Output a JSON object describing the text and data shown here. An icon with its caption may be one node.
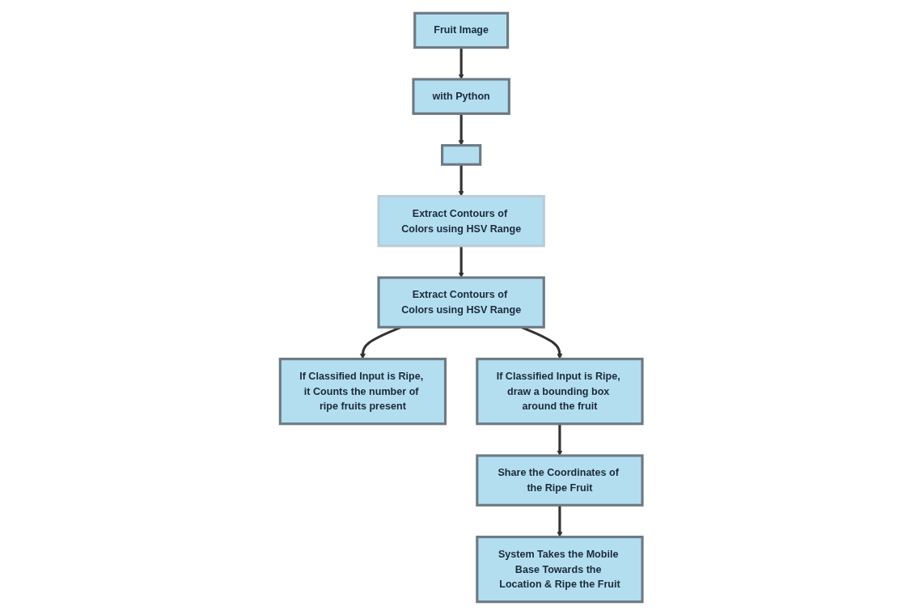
{
  "diagram": {
    "nodes": [
      {
        "text": [
          "Fruit Image"
        ]
      },
      {
        "text": [
          "with Python"
        ]
      },
      {
        "text": [],
        "shape": "box"
      },
      {
        "text": [
          "Extract Contours of Colors using HSV Range"
        ]
      },
      {
        "text": [
          "If Classified Input is Ripe, it Counts the number of ripe fruits present"
        ]
      },
      {
        "text": [
          "Extract Contours of Colors using HSV Range"
        ]
      },
      {
        "text": [
          "If Classified Input is Ripe, draw a bounding box around the fruit"
        ]
      },
      {
        "text": [
          "Share the Coordinates of the Ripe Fruit"
        ]
      },
      {
        "text": [
          "System Takes the Mobile Base Towards the Location & Ripe the Fruit"
        ]
      }
    ],
    "edges": [
      {
        "from": 0,
        "to": 1,
        "arrow": "to"
      },
      {
        "from": 1,
        "to": 2,
        "arrow": "to"
      },
      {
        "from": 2,
        "to": 3,
        "arrow": "to"
      },
      {
        "from": 3,
        "to": 5,
        "arrow": "to"
      },
      {
        "from": 5,
        "to": 4,
        "arrow": "to"
      },
      {
        "from": 5,
        "to": 6,
        "arrow": "to"
      },
      {
        "from": 6,
        "to": 7,
        "arrow": "to"
      },
      {
        "from": 7,
        "to": 8,
        "arrow": "to"
      }
    ]
  }
}
